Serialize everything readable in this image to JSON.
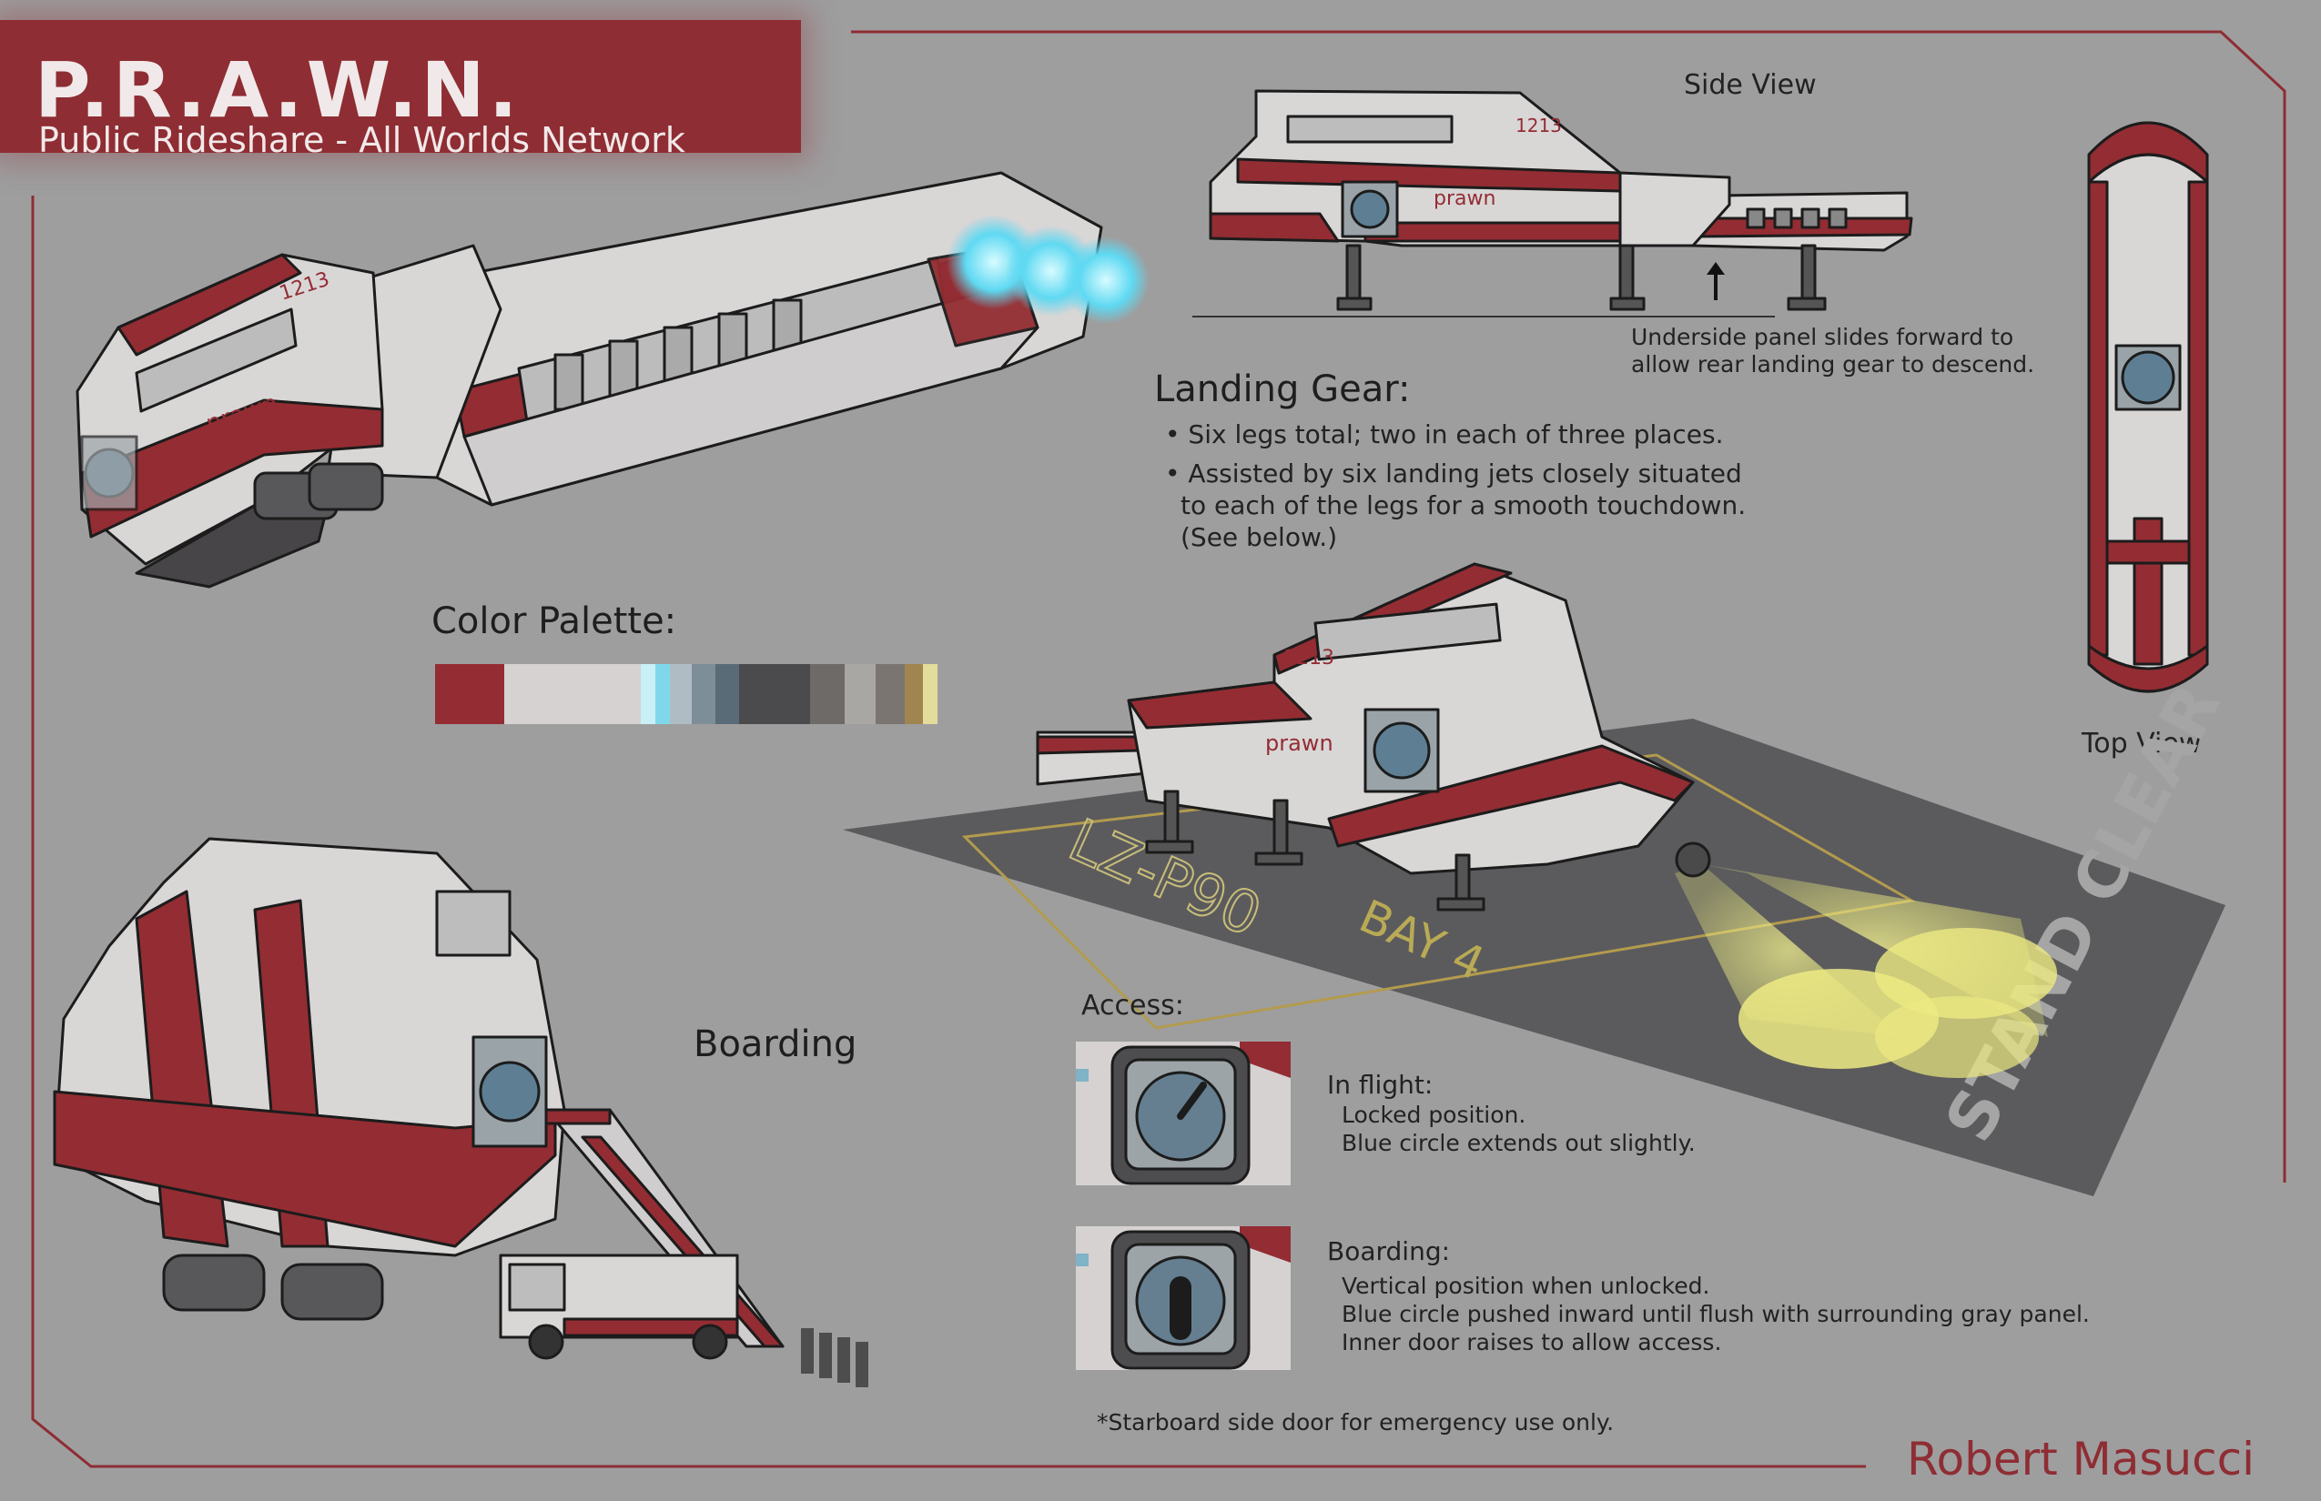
{
  "header": {
    "title": "P.R.A.W.N.",
    "subtitle": "Public Rideshare -  All Worlds Network"
  },
  "colors": {
    "primary_red": "#932d33",
    "hull_white": "#d9d6d6",
    "background": "#9e9e9f",
    "light_blue": "#62d8f0",
    "beam_yellow": "#e6e47a"
  },
  "views": {
    "side_view_label": "Side View",
    "top_view_label": "Top View",
    "boarding_label": "Boarding",
    "hull_number": "1213",
    "logo_text": "prawn"
  },
  "side_view_note": {
    "line1": "Underside panel slides forward to",
    "line2": "allow rear landing gear to descend."
  },
  "landing_gear": {
    "heading": "Landing Gear:",
    "bullet1": "• Six legs total; two in each of three places.",
    "bullet2_line1": "• Assisted by six landing jets closely situated",
    "bullet2_line2": "to each of the legs for a smooth touchdown.",
    "bullet2_line3": "(See below.)"
  },
  "palette": {
    "heading": "Color Palette:",
    "swatches": [
      {
        "color": "#932d33",
        "width": 76
      },
      {
        "color": "#d6d2d2",
        "width": 150
      },
      {
        "color": "#c9f0f6",
        "width": 16
      },
      {
        "color": "#7fd8ea",
        "width": 16
      },
      {
        "color": "#b0bcc4",
        "width": 24
      },
      {
        "color": "#7d8e99",
        "width": 26
      },
      {
        "color": "#5a6b78",
        "width": 26
      },
      {
        "color": "#4b4a4c",
        "width": 78
      },
      {
        "color": "#6d6a68",
        "width": 38
      },
      {
        "color": "#a9a7a3",
        "width": 34
      },
      {
        "color": "#7a7570",
        "width": 32
      },
      {
        "color": "#a08550",
        "width": 20
      },
      {
        "color": "#e3dc9a",
        "width": 16
      }
    ]
  },
  "landing_pad": {
    "pad_code": "LZ-P90",
    "bay_label": "BAY 4",
    "stand_clear": "STAND CLEAR"
  },
  "access": {
    "heading": "Access:",
    "in_flight_title": "In flight:",
    "in_flight_line1": "Locked position.",
    "in_flight_line2": "Blue circle extends out slightly.",
    "boarding_title": "Boarding:",
    "boarding_line1": "Vertical position when unlocked.",
    "boarding_line2": "Blue circle pushed inward until flush with surrounding gray panel.",
    "boarding_line3": "Inner door raises to allow access.",
    "footnote": "*Starboard side door for emergency use only."
  },
  "credit": {
    "author": "Robert Masucci"
  }
}
